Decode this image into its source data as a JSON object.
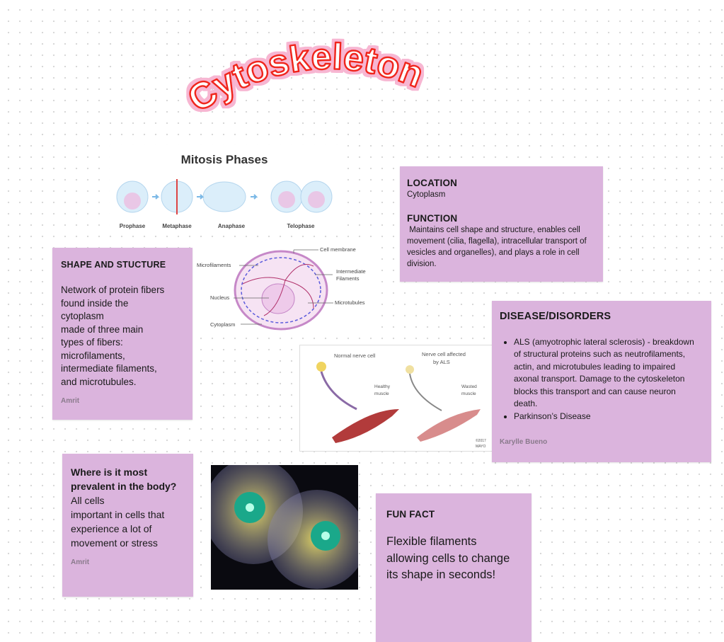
{
  "title": "Cytoskeleton",
  "colors": {
    "sticky": "#dbb4dd",
    "title_stroke": "#f0281e",
    "title_glow": "#f7b6d2"
  },
  "mitosis_image": {
    "title": "Mitosis Phases",
    "phases": [
      "Prophase",
      "Metaphase",
      "Anaphase",
      "Telophase"
    ]
  },
  "cell_diagram": {
    "labels": [
      "Cell membrane",
      "Microfilaments",
      "Intermediate",
      "Filaments",
      "Nucleus",
      "Microtubules",
      "Cytoplasm"
    ]
  },
  "als_image": {
    "left_caption": "Normal nerve cell",
    "right_caption_1": "Nerve cell affected",
    "right_caption_2": "by ALS",
    "healthy_1": "Healthy",
    "healthy_2": "muscle",
    "wasted_1": "Wasted",
    "wasted_2": "muscle",
    "copyright_1": "©2017",
    "copyright_2": "MAYO"
  },
  "stickies": {
    "location": {
      "heading": "LOCATION",
      "text": "Cytoplasm",
      "heading2": "FUNCTION",
      "text2": " Maintains cell shape and structure, enables cell movement (cilia, flagella), intracellular transport of vesicles and organelles), and plays a role in cell division."
    },
    "shape": {
      "heading": "SHAPE AND STUCTURE",
      "lines": [
        "Network of protein fibers",
        "found inside the",
        "cytoplasm",
        "made of three main",
        "types of fibers:",
        "microfilaments,",
        "intermediate filaments,",
        "and microtubules."
      ],
      "author": "Amrit"
    },
    "disease": {
      "heading": "DISEASE/DISORDERS",
      "items": [
        "ALS (amyotrophic lateral sclerosis) - breakdown of structural proteins such as neutrofilaments, actin, and microtubules leading to impaired axonal transport. Damage to the cytoskeleton blocks this transport and can cause neuron death.",
        "Parkinson’s Disease"
      ],
      "author": "Karylle Bueno"
    },
    "prevalent": {
      "heading": "Where is it most prevalent in the body?",
      "lines": [
        "All cells",
        "important in cells that",
        "experience a lot of",
        "movement or stress"
      ],
      "author": "Amrit"
    },
    "funfact": {
      "heading": "FUN FACT",
      "text": "Flexible filaments allowing cells to change its shape in seconds!"
    }
  }
}
